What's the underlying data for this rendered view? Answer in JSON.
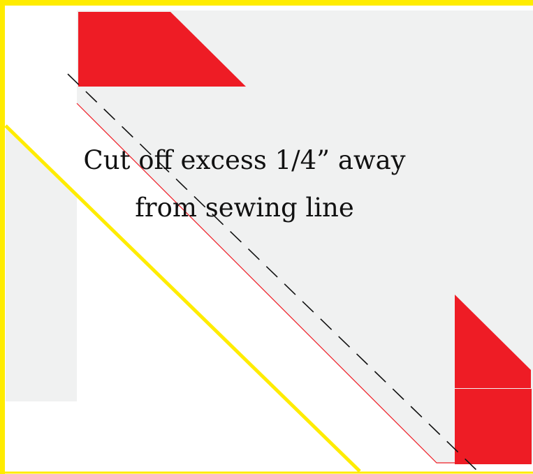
{
  "instruction": {
    "line_1": "Cut off excess 1/4” away",
    "line_2": "from sewing line"
  },
  "colors": {
    "border_yellow": "#ffec00",
    "fabric_red": "#ee1c25",
    "background_gray": "#f0f1f1",
    "seam_white": "#ffffff",
    "dashed_line": "#111111",
    "trim_line_red": "#ee1c25"
  },
  "legend_icons": {
    "sewing_line": "dashed-line",
    "cut_line": "thin-red-line"
  }
}
